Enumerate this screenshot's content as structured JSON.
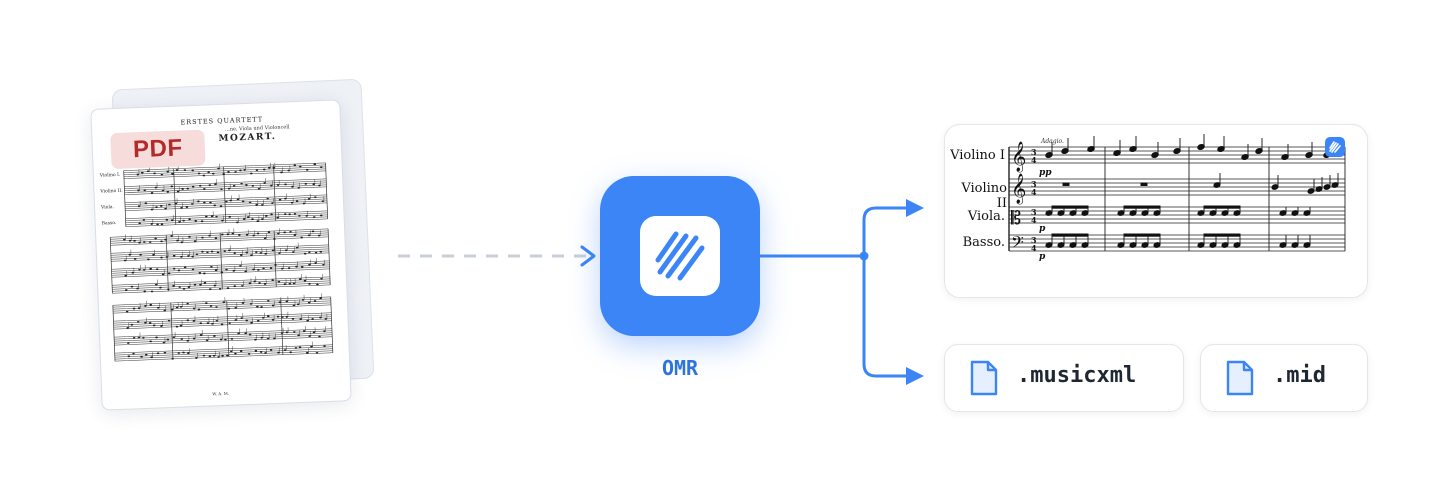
{
  "source": {
    "badge": "PDF",
    "sheet_title": "ERSTES QUARTETT",
    "sheet_subtitle": "…ne, Viola und Violoncell",
    "sheet_composer": "MOZART.",
    "sheet_parts": [
      "Violino I.",
      "Violino II.",
      "Viola.",
      "Basso."
    ]
  },
  "process": {
    "label": "OMR"
  },
  "output": {
    "score_parts": [
      "Violino I",
      "Violino II",
      "Viola.",
      "Basso."
    ],
    "tempo_marking": "Adagio.",
    "dynamics": [
      "pp",
      "p",
      "p"
    ],
    "files": [
      ".musicxml",
      ".mid"
    ]
  },
  "colors": {
    "accent": "#3b85f7",
    "accent_dark": "#2e74dd",
    "pdf_badge_bg": "#f7dcdc",
    "pdf_badge_text": "#b32a2a",
    "dashed_line": "#c8cfdb",
    "file_icon": "#3b85f7",
    "file_icon_fill": "#e6effd"
  },
  "icons": {
    "omr": "diagonal-stripes-logo",
    "file": "document-icon",
    "pdf_thumbnail": "sheet-music-page"
  }
}
